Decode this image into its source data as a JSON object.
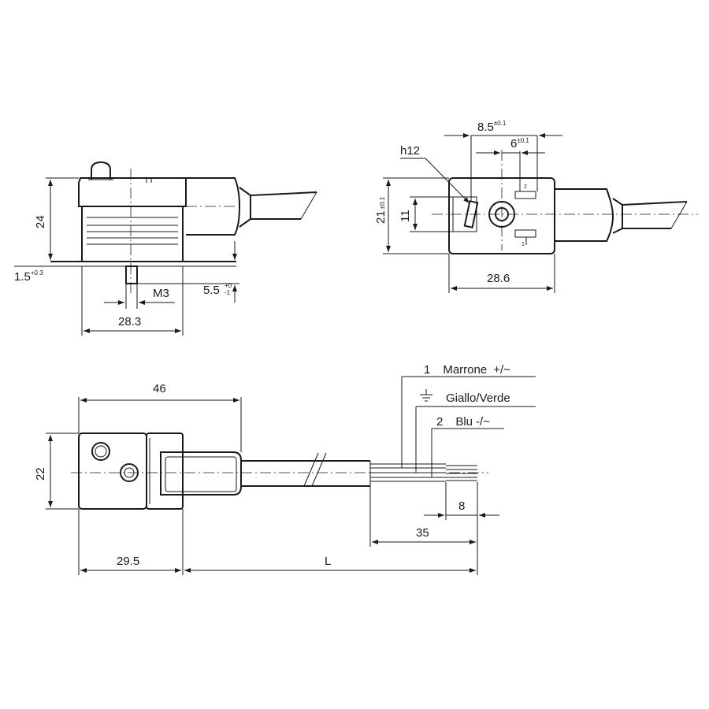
{
  "drawing": {
    "side_view": {
      "height": "24",
      "offset": "1.5",
      "offset_tol": "+0.3",
      "thread": "M3",
      "pin_length": "5.5",
      "pin_length_tol_upper": "+0",
      "pin_length_tol_lower": "-1",
      "width": "28.3"
    },
    "end_view": {
      "hole_pitch": "8.5",
      "hole_pitch_tol": "±0.1",
      "pin_offset": "6",
      "pin_offset_tol": "±0.1",
      "fit": "h12",
      "height": "21",
      "height_tol": "±0.1",
      "inner_height": "11",
      "width": "28.6",
      "pin_mark_2": "2",
      "pin_mark_1": "1"
    },
    "top_view": {
      "length": "46",
      "height": "22",
      "base_length": "29.5",
      "cable_length": "L",
      "strip_length": "35",
      "wire_strip": "8",
      "wires": [
        {
          "num": "1",
          "color": "Marrone",
          "polarity": "+/~"
        },
        {
          "num": "",
          "color": "Giallo/Verde",
          "polarity": ""
        },
        {
          "num": "2",
          "color": "Blu",
          "polarity": "-/~"
        }
      ]
    }
  }
}
